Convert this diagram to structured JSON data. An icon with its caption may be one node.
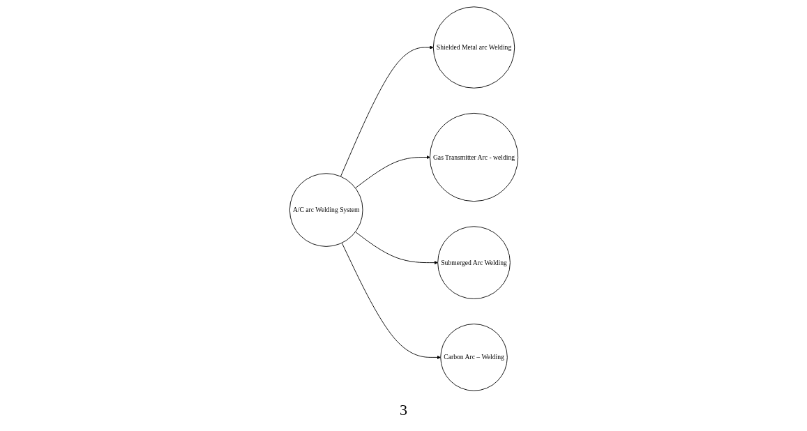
{
  "diagram": {
    "nodes": [
      {
        "text": [
          "Shielded Metal arc Welding"
        ]
      },
      {
        "text": [
          "Gas Transmitter Arc - welding"
        ]
      },
      {
        "text": [
          "A/C arc Welding System"
        ]
      },
      {
        "text": [
          "Submerged Arc Welding"
        ]
      },
      {
        "text": [
          "Carbon Arc – Welding"
        ]
      }
    ],
    "edges": [
      {
        "from": 2,
        "to": 0,
        "arrow": "to"
      },
      {
        "from": 2,
        "to": 1,
        "arrow": "to"
      },
      {
        "from": 2,
        "to": 3,
        "arrow": "to"
      },
      {
        "from": 2,
        "to": 4,
        "arrow": "to"
      }
    ],
    "labels": [
      "3"
    ]
  }
}
